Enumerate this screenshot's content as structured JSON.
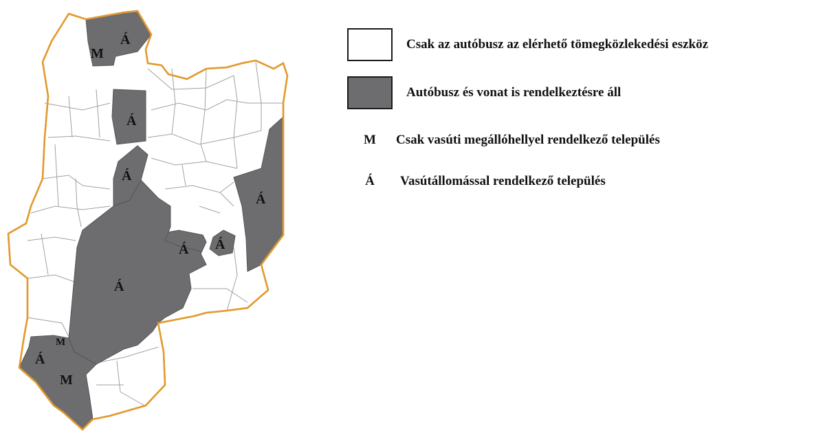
{
  "colors": {
    "white_fill": "#ffffff",
    "grey_fill": "#6d6d6f",
    "boundary": "#e39a30",
    "internal_lines": "#9a9a9a"
  },
  "legend": {
    "bus_only": "Csak az autóbusz az elérhető tömegközlekedési eszköz",
    "bus_and_train": "Autóbusz és vonat is rendelkeztésre áll",
    "stop_symbol": "M",
    "stop_text": "Csak vasúti megállóhellyel rendelkező település",
    "station_symbol": "Á",
    "station_text": "Vasútállomással rendelkező település"
  },
  "map_labels": {
    "north_stop": "M",
    "north_station": "Á",
    "upper_station": "Á",
    "middle_station": "Á",
    "east_station": "Á",
    "center_station_1": "Á",
    "center_station_2": "Á",
    "central_station": "Á",
    "sw_stop_small": "M",
    "sw_station": "Á",
    "sw_stop_large": "M"
  }
}
